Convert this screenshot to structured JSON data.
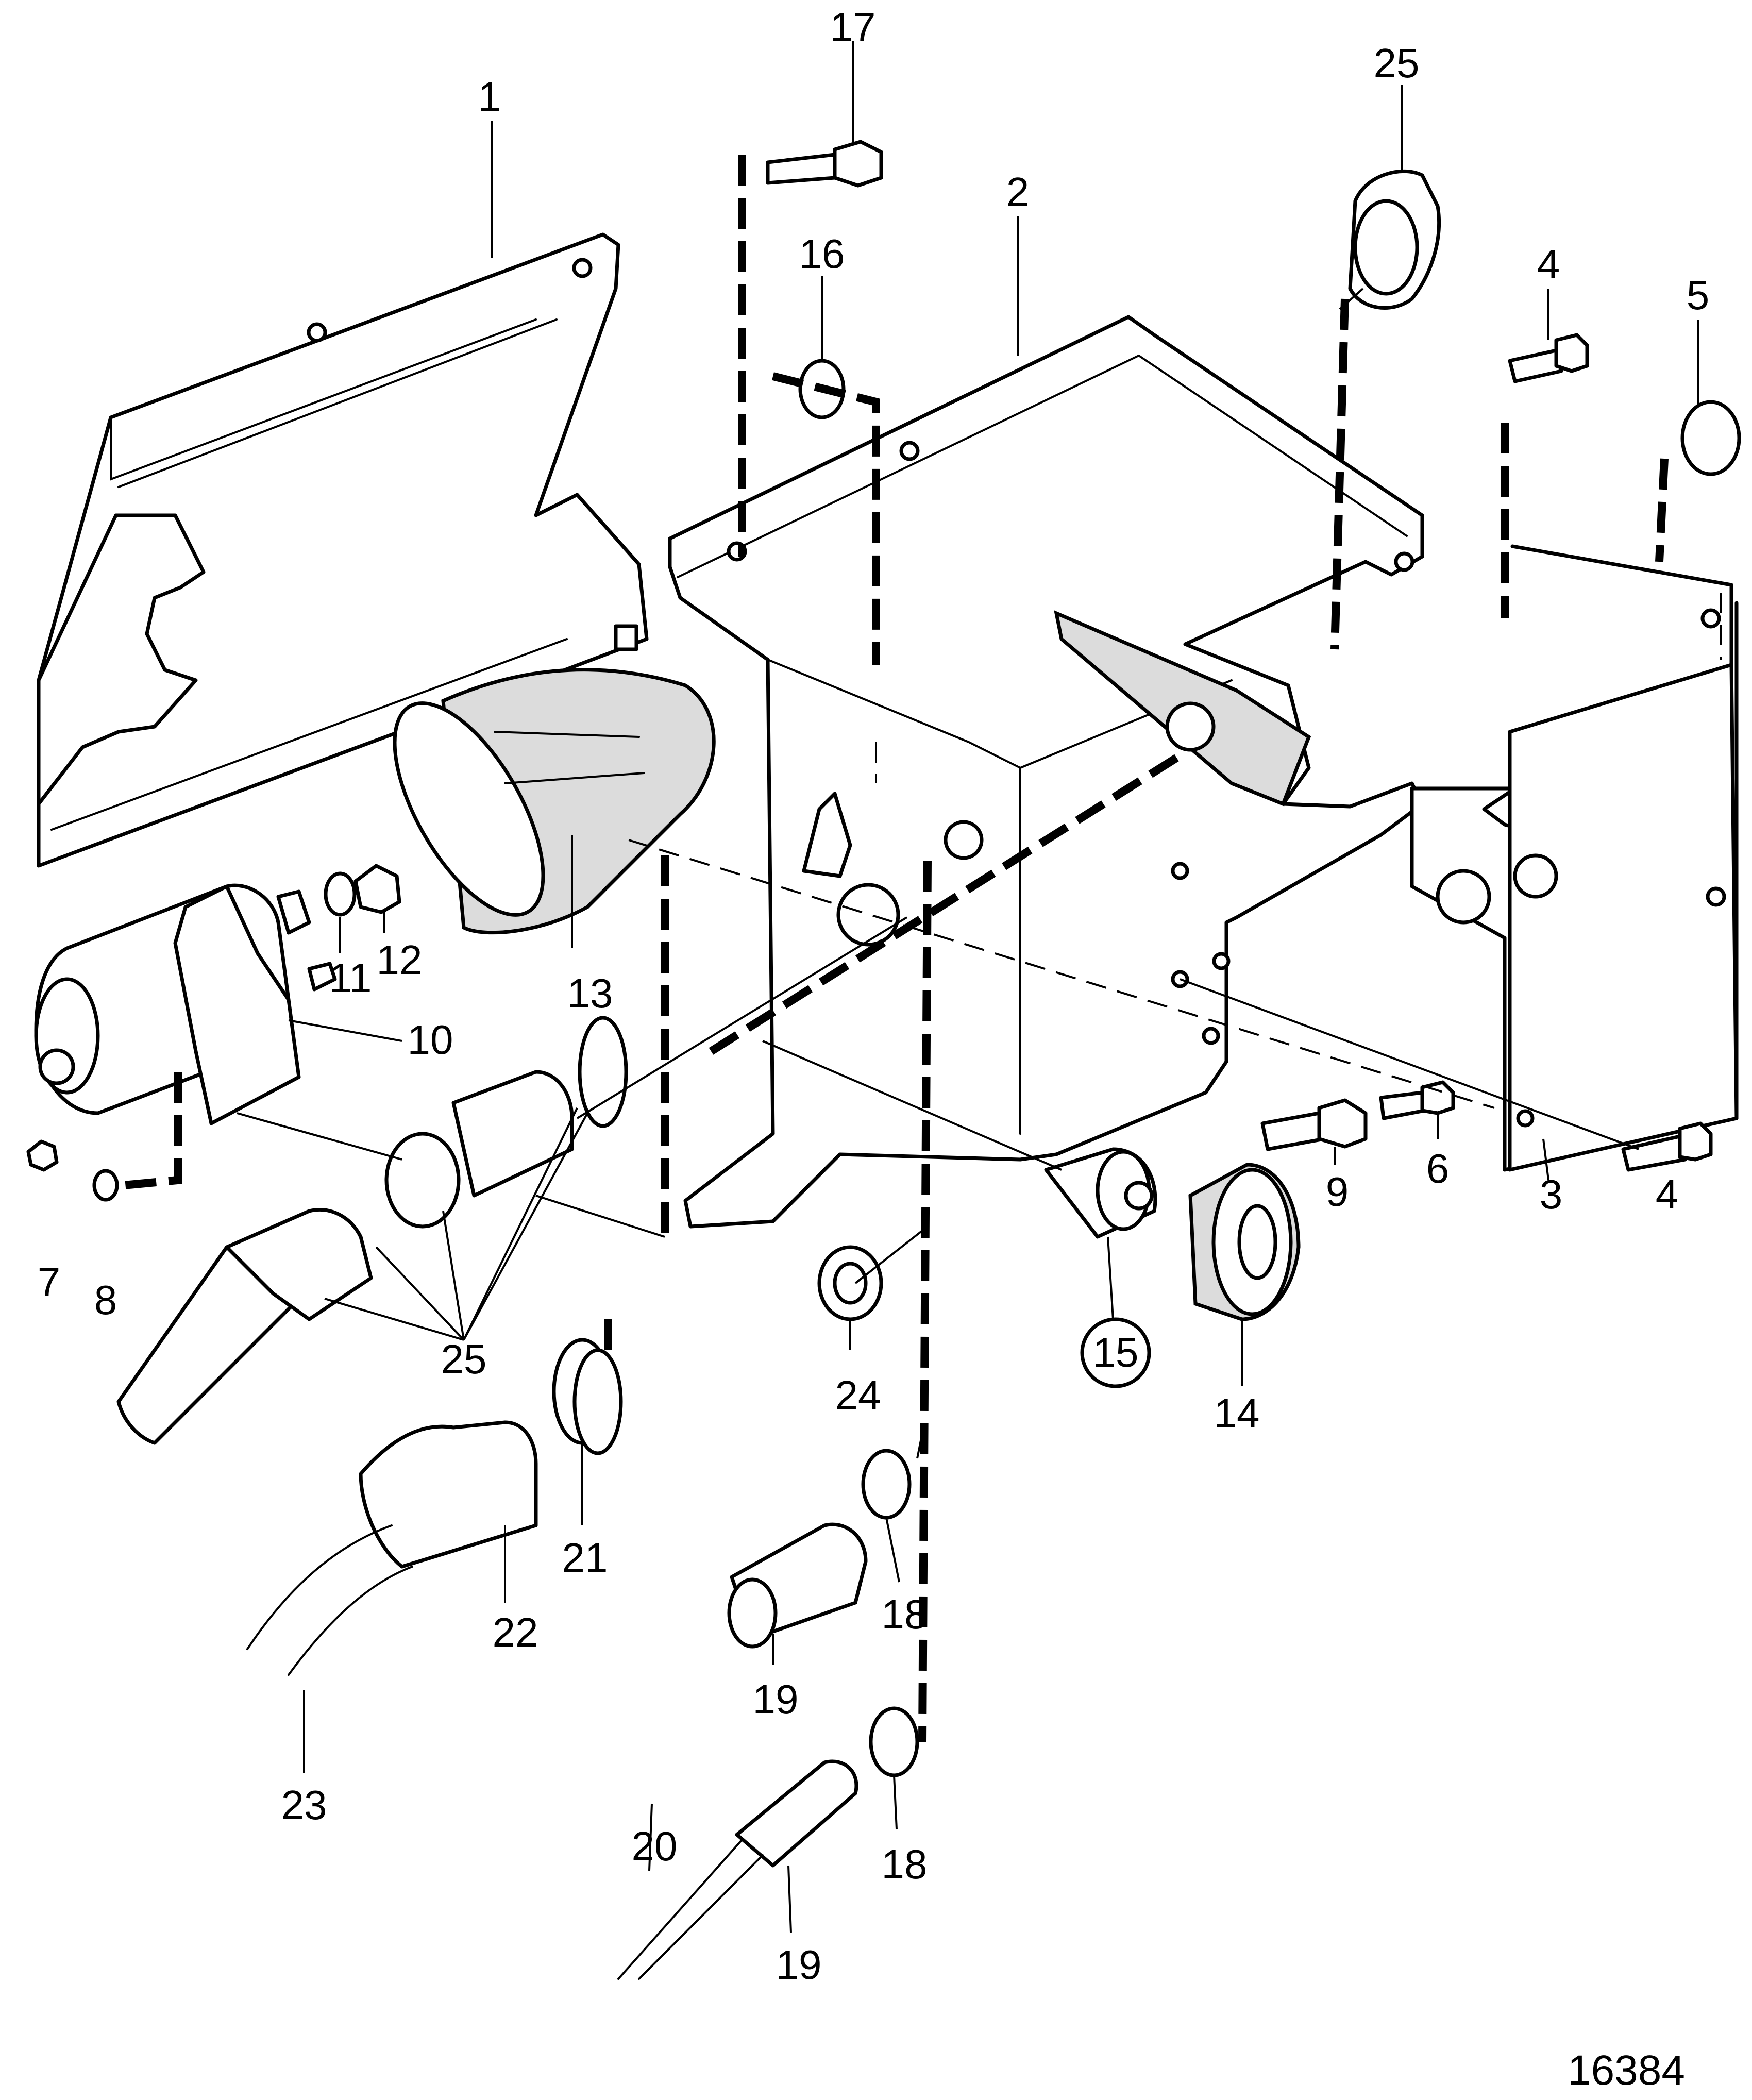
{
  "figure_number": "16384",
  "callouts": {
    "c1": "1",
    "c2": "2",
    "c3": "3",
    "c4a": "4",
    "c4b": "4",
    "c5": "5",
    "c6": "6",
    "c7": "7",
    "c8": "8",
    "c9": "9",
    "c10": "10",
    "c11": "11",
    "c12": "12",
    "c13": "13",
    "c14": "14",
    "c15": "15",
    "c16": "16",
    "c17": "17",
    "c18a": "18",
    "c18b": "18",
    "c19a": "19",
    "c19b": "19",
    "c20": "20",
    "c21": "21",
    "c22": "22",
    "c23": "23",
    "c24": "24",
    "c25a": "25",
    "c25b": "25"
  }
}
